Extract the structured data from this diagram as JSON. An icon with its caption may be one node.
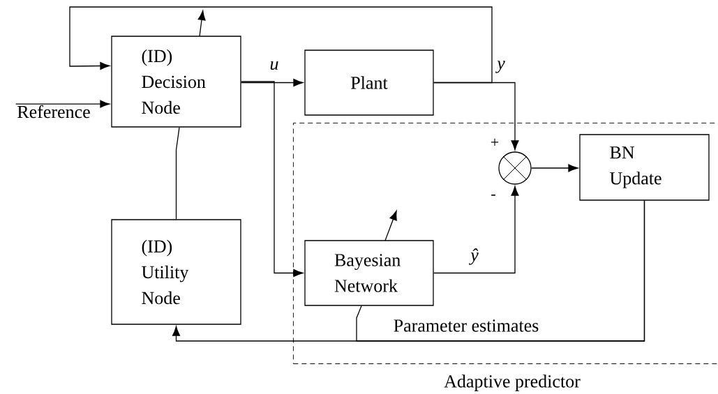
{
  "diagram": {
    "nodes": [
      {
        "text": [
          "Reference"
        ]
      },
      {
        "text": [
          "(ID) Decision Node"
        ]
      },
      {
        "text": [
          "Plant"
        ]
      },
      {
        "text": [
          "(ID) Utility Node"
        ]
      },
      {
        "text": [
          "Adaptive predictor"
        ]
      },
      {
        "text": [
          "Bayesian Network"
        ],
        "in": 4
      },
      {
        "text": [],
        "shape": "circle",
        "in": 4,
        "beside": [
          "+",
          "-"
        ]
      },
      {
        "text": [
          "BN Update"
        ],
        "in": 4
      }
    ],
    "edges": [
      {
        "from": 0,
        "to": 1,
        "arrow": "to"
      },
      {
        "from": 1,
        "to": 2,
        "arrow": "to",
        "label": "u"
      },
      {
        "from": 1,
        "to": 5,
        "arrow": "to"
      },
      {
        "from": 2,
        "to": 6,
        "arrow": "to",
        "label": "y"
      },
      {
        "from": 2,
        "to": 1,
        "arrow": "to"
      },
      {
        "from": 6,
        "to": 7,
        "arrow": "to"
      },
      {
        "from": 5,
        "to": 6,
        "arrow": "to",
        "label": "ŷ"
      },
      {
        "from": 7,
        "to": 3,
        "arrow": "to",
        "label": "Parameter estimates"
      },
      {
        "from": 7,
        "to": 5,
        "arrow": "none"
      },
      {
        "from": 3,
        "to": 1,
        "arrow": "none"
      }
    ]
  }
}
